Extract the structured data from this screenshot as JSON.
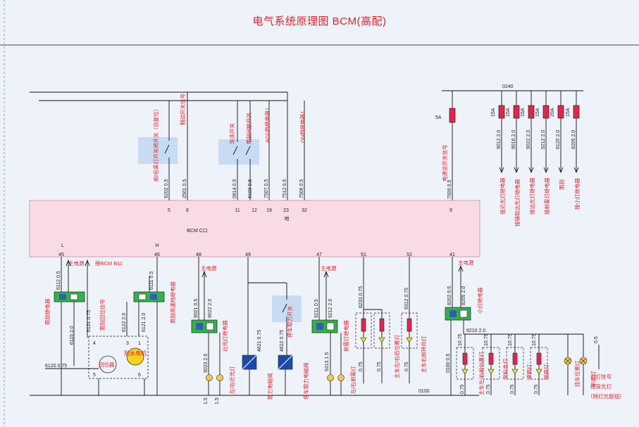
{
  "title": "电气系统原理图 BCM(高配)",
  "bcm": {
    "label": "BCM  C口",
    "ground_label": "地",
    "top_pins": [
      "5",
      "8",
      "11",
      "12",
      "19",
      "23",
      "32",
      "9"
    ],
    "bottom_pins": [
      "45",
      "46",
      "48",
      "49",
      "47",
      "51",
      "52",
      "41"
    ],
    "pin_marks": {
      "l": "L",
      "h": "H"
    }
  },
  "wires": {
    "w9202": "9202 0.5",
    "w2501": "2501 0.5",
    "w0814": "0814 0.5",
    "w6103": "6103 0.5",
    "w7507": "7507 0.5",
    "w7512": "7512 0.5",
    "w7506": "7506 0.5",
    "w7509": "7509 0.5",
    "w0240": "0240",
    "w5a": "5A",
    "w9012": "9012 2.0",
    "w9016": "9016 2.0",
    "w9022": "9022 2.0",
    "w9212": "9212 2.0",
    "w6120a": "6120 2.0",
    "w8205a": "8205 2.0",
    "w6112": "6112 0.5",
    "w6120b": "6120 0.75",
    "w6131": "6131 0.75",
    "w6122": "6122 2.0",
    "w6121": "6121 2.0",
    "w6111": "6111 0.5",
    "w6115": "6115 2.0",
    "w9021": "9021 0.5",
    "w9022b": "9022 2.0",
    "w9023": "9023 2.5",
    "w4621": "4621 0.75",
    "w4622": "4622 0.75",
    "w9211": "9211 0.5",
    "w9212b": "9212 2.0",
    "w9213": "9213 1.5",
    "w8233": "8233 0.75",
    "w9312": "9312 0.75",
    "w8202": "8202 0.5",
    "w8205b": "8205 2.0",
    "w8210": "8210 2.0",
    "w0100a": "0100 0.5",
    "w0100b": "0100",
    "f15a": "15A",
    "f20a": "20A",
    "v075": "0.75",
    "v15": "1.5",
    "v25": "2.5",
    "v05": "0.5",
    "v1075": "10.75",
    "n4": "4",
    "n3": "3",
    "n1": "1",
    "n5": "5",
    "n6": "6"
  },
  "labels": {
    "fog_switch": "前/后雾灯开关闭开关（自复位）",
    "brake_signal": "制动开关信号",
    "wash_switch": "洗涤开关",
    "wiper_int_switch": "雨刮间歇开关",
    "acc_relay": "ACC档继电器1",
    "on_relay": "ON档继电器1",
    "power_signal": "电源总开关信号",
    "rear_fog_relay": "接近光灯继电器",
    "aux_far_relay": "接辅助远光灯继电器",
    "far_relay": "接远光灯继电器",
    "front_fog_relay": "接前雾灯继电器",
    "wiper": "雨刮",
    "small_light_relay": "接小灯继电器",
    "main_power": "主电源",
    "bcm_b11": "接BCM B11",
    "wiper_low_relay": "雨刮继电器",
    "wiper_return": "雨刮回位信号",
    "wiper_high_relay": "雨刮高速档继电器",
    "wiper_motor": "刮水电机",
    "return_pos": "回位器",
    "low_beam_relay": "近光灯继电器",
    "pto_switch": "停车取力开关",
    "pto_valve": "取力电磁阀",
    "pto_valve2": "停车取力电磁阀",
    "fog_relay2": "前雾灯继电器",
    "small_relay2": "小灯继电器",
    "lr_low_beam": "左/右近光灯",
    "lr_fog": "左/右前雾灯",
    "side_pos": "主车左/右后位置灯",
    "right_turn": "主车右前转向灯",
    "main_pos_front": "主车左/右前位置灯",
    "side_marker": "侧标志灯",
    "license": "牌照灯",
    "outline": "侧廓灯",
    "trailer_pos": "挂车位置灯",
    "indicator": "示廓灯",
    "small_signal": "小灯信号",
    "backlight": "接背光灯",
    "knob": "（除灯光旋钮）"
  },
  "colors": {
    "title": "#d8222a",
    "bcm_fill": "#f9dce3",
    "bcm_stroke": "#c9a0ad",
    "relay_green": "#33b24a",
    "relay_blue": "#2f5fb3",
    "fuse_red": "#e3254a",
    "switch_box": "#c7dcf2",
    "motor_fill": "#f7d21d",
    "motor_text": "#e0202a",
    "led": "#f1e02a",
    "lamp": "#f6c84a",
    "valve": "#1b4ba8"
  }
}
